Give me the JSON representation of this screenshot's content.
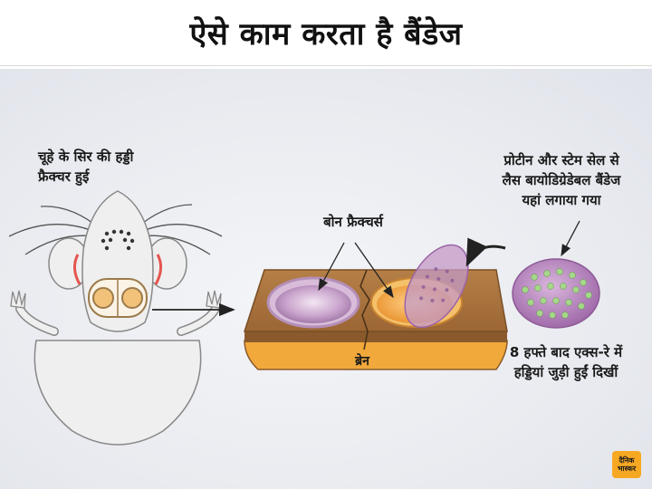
{
  "title": "ऐसे काम करता है बैंडेज",
  "labels": {
    "mouse_fracture_line1": "चूहे के सिर की हड्डी",
    "mouse_fracture_line2": "फ्रैक्चर हुई",
    "bone_fractures": "बोन फ्रैक्चर्स",
    "bandage_line1": "प्रोटीन और स्टेम सेल से",
    "bandage_line2": "लैस बायोडिग्रेडेबल बैंडेज",
    "bandage_line3": "यहां लगाया गया",
    "brain": "ब्रेन",
    "result_line1": "8 हफ्ते बाद एक्स-रे में",
    "result_line2": "हड्डियां जुड़ी हुईं दिखीं"
  },
  "logo": {
    "line1": "दैनिक",
    "line2": "भास्कर"
  },
  "colors": {
    "skull_top": "#a9743f",
    "skull_side": "#8a5a2c",
    "brain": "#f2a93b",
    "bandage_purple": "#b07ab8",
    "bandage_dots": "#a6d88a",
    "fracture_left": "#c7a3c9",
    "fracture_right": "#f0a040",
    "logo_bg": "#f7a823"
  }
}
